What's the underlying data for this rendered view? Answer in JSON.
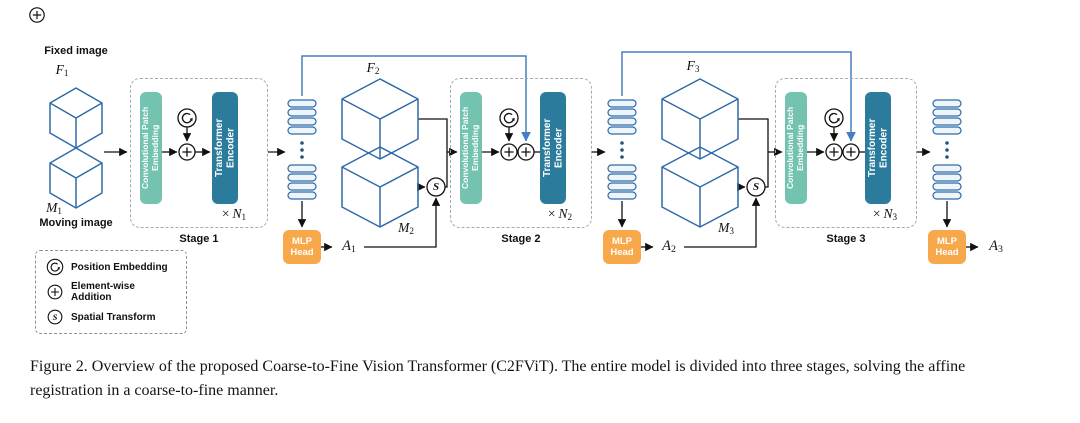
{
  "figure": {
    "caption": "Figure 2. Overview of the proposed Coarse-to-Fine Vision Transformer (C2FViT). The entire model is divided into three stages, solving the affine registration in a coarse-to-fine manner."
  },
  "inputs": {
    "fixed_label": "Fixed image",
    "moving_label": "Moving image",
    "fixed_base": "F",
    "fixed_sub": "1",
    "moving_base": "M",
    "moving_sub": "1"
  },
  "volumes": [
    {
      "fixed_base": "F",
      "fixed_sub": "2",
      "moving_base": "M",
      "moving_sub": "2"
    },
    {
      "fixed_base": "F",
      "fixed_sub": "3",
      "moving_base": "M",
      "moving_sub": "3"
    }
  ],
  "stages": [
    {
      "name": "Stage 1",
      "conv_label": "Convolutional Patch Embedding",
      "encoder_label": "Transformer Encoder",
      "repeat_prefix": "×",
      "repeat_base": "N",
      "repeat_sub": "1",
      "mlp_label": "MLP Head",
      "affine_base": "A",
      "affine_sub": "1"
    },
    {
      "name": "Stage 2",
      "conv_label": "Convolutional Patch Embedding",
      "encoder_label": "Transformer Encoder",
      "repeat_prefix": "×",
      "repeat_base": "N",
      "repeat_sub": "2",
      "mlp_label": "MLP Head",
      "affine_base": "A",
      "affine_sub": "2"
    },
    {
      "name": "Stage 3",
      "conv_label": "Convolutional Patch Embedding",
      "encoder_label": "Transformer Encoder",
      "repeat_prefix": "×",
      "repeat_base": "N",
      "repeat_sub": "3",
      "mlp_label": "MLP Head",
      "affine_base": "A",
      "affine_sub": "3"
    }
  ],
  "symbols": {
    "spatial": "S"
  },
  "legend": {
    "position_label": "Position Embedding",
    "addition_label": "Element-wise Addition",
    "spatial_label": "Spatial Transform"
  },
  "colors": {
    "patch_embedding": "#74c2b0",
    "transformer_encoder": "#2b7b9c",
    "mlp_head": "#f7a84b",
    "cube_stroke": "#2f6ba8",
    "skip_line": "#447fc1"
  }
}
